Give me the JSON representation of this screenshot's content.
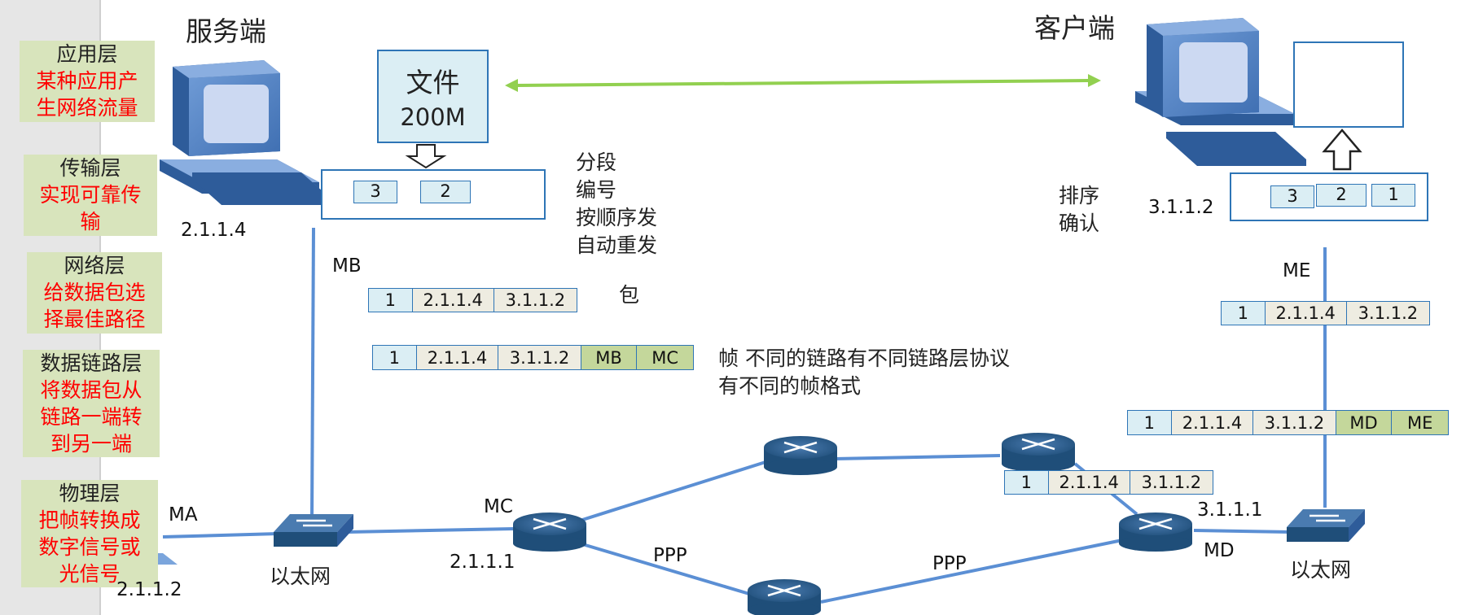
{
  "layers": [
    {
      "name": "应用层",
      "desc": [
        "某种应用产",
        "生网络流量"
      ]
    },
    {
      "name": "传输层",
      "desc": [
        "实现可靠传",
        "输"
      ]
    },
    {
      "name": "网络层",
      "desc": [
        "给数据包选",
        "择最佳路径"
      ]
    },
    {
      "name": "数据链路层",
      "desc": [
        "将数据包从",
        "链路一端转",
        "到另一端"
      ]
    },
    {
      "name": "物理层",
      "desc": [
        "把帧转换成",
        "数字信号或",
        "光信号"
      ]
    }
  ],
  "server": {
    "title": "服务端",
    "ip": "2.1.1.4"
  },
  "client": {
    "title": "客户端",
    "ip": "3.1.1.2"
  },
  "file": {
    "name": "文件",
    "size": "200M"
  },
  "server_segments": [
    "3",
    "2"
  ],
  "client_segments": [
    "3",
    "2",
    "1"
  ],
  "transport_notes": [
    "分段",
    "编号",
    "按顺序发",
    "自动重发"
  ],
  "client_notes": [
    "排序",
    "确认"
  ],
  "packet_label": "包",
  "frame_note": [
    "帧  不同的链路有不同链路层协议",
    "有不同的帧格式"
  ],
  "packet_mb": [
    "1",
    "2.1.1.4",
    "3.1.1.2"
  ],
  "frame_mb": [
    "1",
    "2.1.1.4",
    "3.1.1.2",
    "MB",
    "MC"
  ],
  "packet_me": [
    "1",
    "2.1.1.4",
    "3.1.1.2"
  ],
  "frame_me": [
    "1",
    "2.1.1.4",
    "3.1.1.2",
    "MD",
    "ME"
  ],
  "packet_router": [
    "1",
    "2.1.1.4",
    "3.1.1.2"
  ],
  "labels": {
    "mb": "MB",
    "ma": "MA",
    "mc": "MC",
    "md": "MD",
    "me": "ME",
    "host_ip": "2.1.1.2",
    "gw_left": "2.1.1.1",
    "gw_right": "3.1.1.1",
    "ethernet_left": "以太网",
    "ethernet_right": "以太网",
    "ppp_top": "PPP",
    "ppp_bottom": "PPP"
  },
  "colors": {
    "link": "#5b8fd4",
    "arrow": "#92d050",
    "layer_bg": "#d8e4bc",
    "layer_text": "#ff0000",
    "device": "#1f4e79"
  }
}
